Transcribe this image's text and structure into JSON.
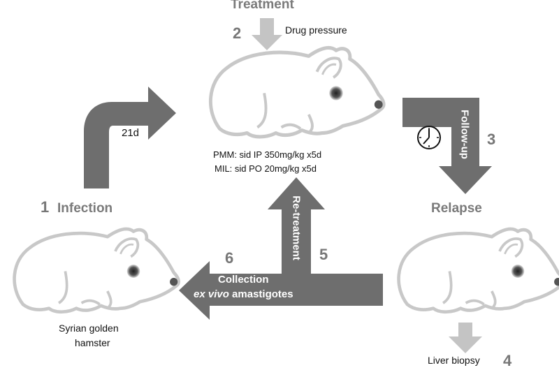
{
  "steps": {
    "s1": {
      "num": "1",
      "title": "Infection"
    },
    "s2": {
      "num": "2",
      "title": "Treatment",
      "sub": "Drug pressure"
    },
    "s3": {
      "num": "3",
      "label": "Follow-up"
    },
    "s4": {
      "num": "4",
      "label": "Liver biopsy"
    },
    "s5": {
      "num": "5",
      "label": "Re-treatment"
    },
    "s6": {
      "num": "6",
      "label_line1": "Collection",
      "label_line2_italic": "ex vivo",
      "label_line2_rest": " amastigotes"
    }
  },
  "arrow_21d": "21d",
  "relapse_title": "Relapse",
  "treatment_lines": {
    "line1": "PMM: sid IP 350mg/kg x5d",
    "line2": "MIL: sid PO 20mg/kg x5d"
  },
  "hamster_label": {
    "line1": "Syrian golden",
    "line2": "hamster"
  },
  "icons": {
    "clock": "clock-icon"
  },
  "colors": {
    "dark_arrow": "#6e6e6e",
    "light_arrow": "#c4c4c4",
    "outline": "#c8c8c8"
  }
}
